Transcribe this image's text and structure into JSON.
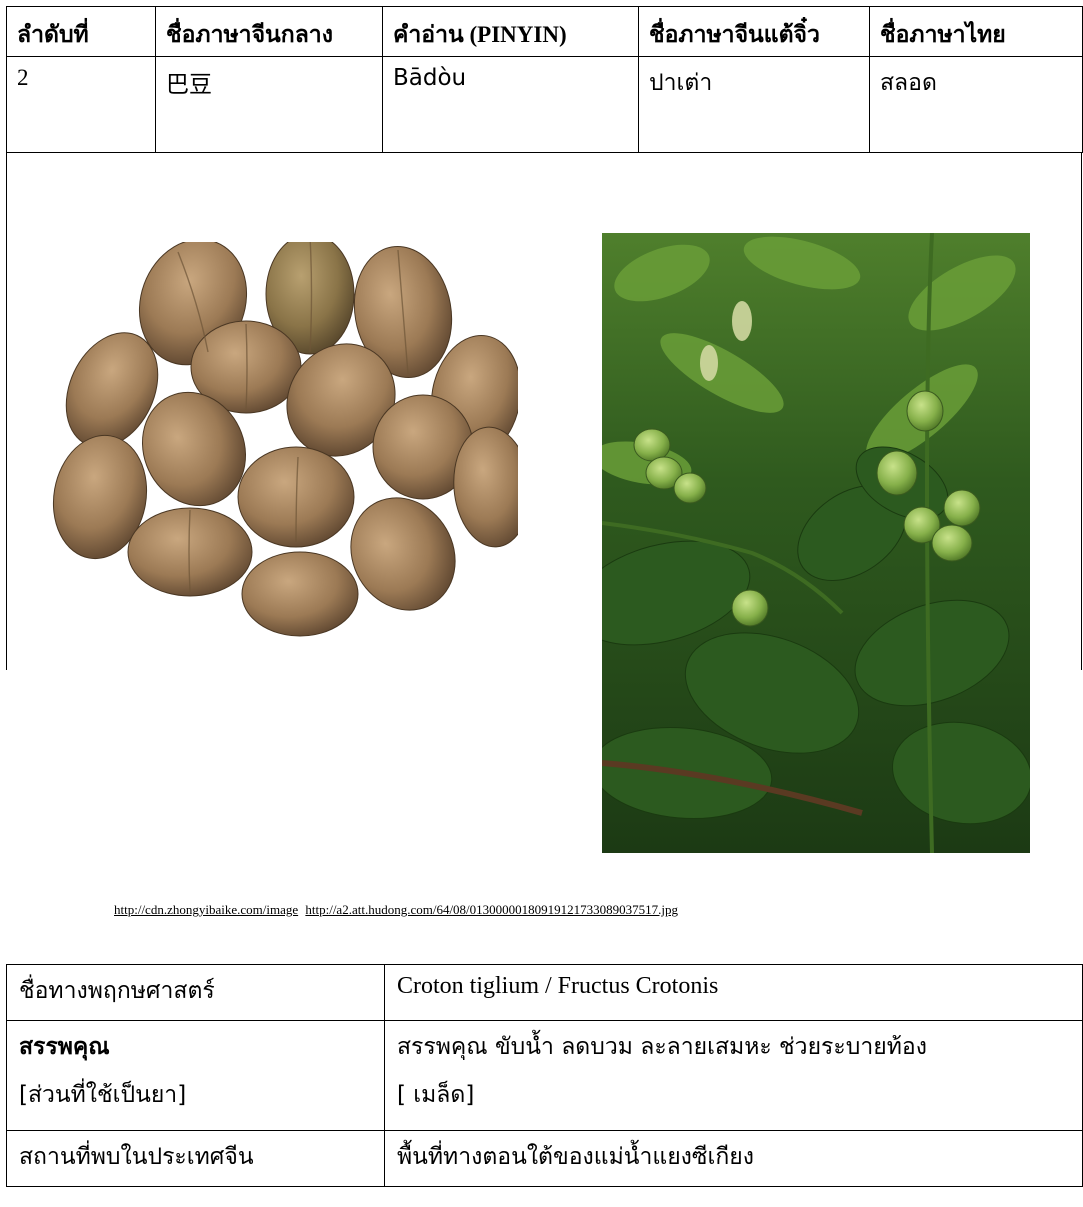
{
  "header": {
    "col1": "ลำดับที่",
    "col2": "ชื่อภาษาจีนกลาง",
    "col3": "คำอ่าน (PINYIN)",
    "col4": "ชื่อภาษาจีนแต้จิ๋ว",
    "col5": "ชื่อภาษาไทย"
  },
  "row": {
    "number": "2",
    "chinese_name": "巴豆",
    "pinyin": "Bādòu",
    "teochew_name": "ปาเต่า",
    "thai_name": "สลอด"
  },
  "images": {
    "seeds_icon": "croton-seeds-photo",
    "plant_icon": "croton-plant-photo"
  },
  "links": {
    "link1": "http://cdn.zhongyibaike.com/image",
    "link2": "http://a2.att.hudong.com/64/08/01300000180919121733089037517.jpg"
  },
  "details": {
    "scientific_label": "ชื่อทางพฤกษศาสตร์",
    "scientific_value": "Croton tiglium / Fructus Crotonis",
    "property_label": "สรรพคุณ",
    "part_label": "[ส่วนที่ใช้เป็นยา]",
    "property_value": "สรรพคุณ ขับน้ำ ลดบวม ละลายเสมหะ ช่วยระบายท้อง",
    "part_value": "[ เมล็ด]",
    "location_label": "สถานที่พบในประเทศจีน",
    "location_value": "พื้นที่ทางตอนใต้ของแม่น้ำแยงซีเกียง"
  }
}
